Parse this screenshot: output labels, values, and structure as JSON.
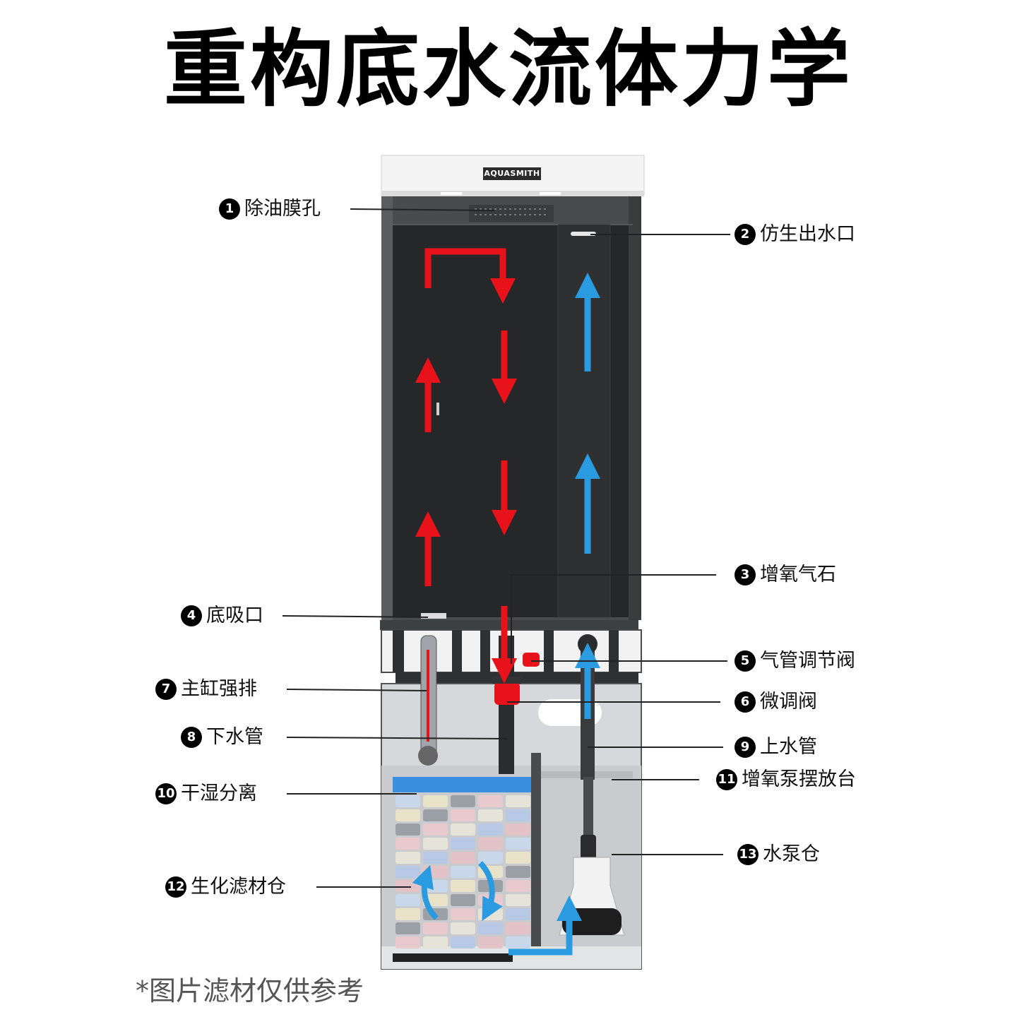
{
  "title": "重构底水流体力学",
  "brand": "AQUASMITH",
  "footnote": "*图片滤材仅供参考",
  "labels": [
    {
      "num": "1",
      "text": "除油膜孔"
    },
    {
      "num": "2",
      "text": "仿生出水口"
    },
    {
      "num": "3",
      "text": "增氧气石"
    },
    {
      "num": "4",
      "text": "底吸口"
    },
    {
      "num": "5",
      "text": "气管调节阀"
    },
    {
      "num": "6",
      "text": "微调阀"
    },
    {
      "num": "7",
      "text": "主缸强排"
    },
    {
      "num": "8",
      "text": "下水管"
    },
    {
      "num": "9",
      "text": "上水管"
    },
    {
      "num": "10",
      "text": "干湿分离"
    },
    {
      "num": "11",
      "text": "增氧泵摆放台"
    },
    {
      "num": "12",
      "text": "生化滤材仓"
    },
    {
      "num": "13",
      "text": "水泵仓"
    }
  ],
  "colors": {
    "flow_down": "#e8121b",
    "flow_up": "#2a9be0",
    "tank_dark": "#262728",
    "sump_glass": "#c9cbcf"
  }
}
